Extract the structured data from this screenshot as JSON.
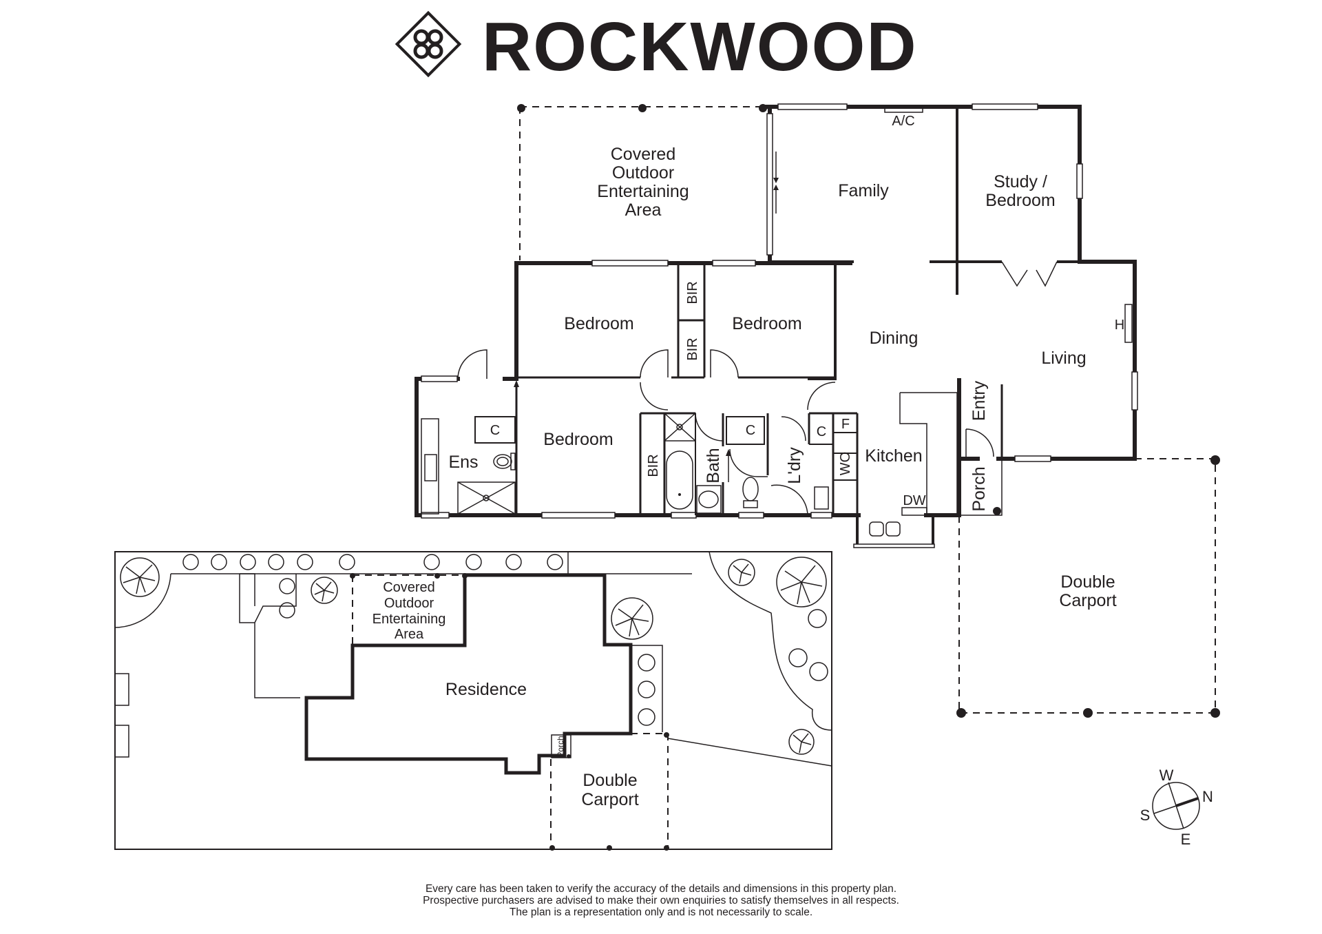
{
  "brand": {
    "name": "ROCKWOOD",
    "color": "#231f20"
  },
  "floor_plan": {
    "rooms": {
      "covered_outdoor": [
        "Covered",
        "Outdoor",
        "Entertaining",
        "Area"
      ],
      "family": "Family",
      "ac": "A/C",
      "study": [
        "Study /",
        "Bedroom"
      ],
      "bedroom_left": "Bedroom",
      "bedroom_right": "Bedroom",
      "bir_top": "BIR",
      "bir_bottom": "BIR",
      "dining": "Dining",
      "living": "Living",
      "heater": "H",
      "entry": "Entry",
      "porch": "Porch",
      "kitchen": "Kitchen",
      "dw": "DW",
      "wo": "WO",
      "fridge": "F",
      "laundry": "L'dry",
      "laundry_cupboard": "C",
      "bath": "Bath",
      "bath_cupboard": "C",
      "bir_main": "BIR",
      "bedroom_main": "Bedroom",
      "ensuite": "Ens",
      "ensuite_cupboard": "C",
      "carport": [
        "Double",
        "Carport"
      ]
    }
  },
  "site_plan": {
    "covered_outdoor": [
      "Covered",
      "Outdoor",
      "Entertaining",
      "Area"
    ],
    "residence": "Residence",
    "porch": "Porch",
    "carport": [
      "Double",
      "Carport"
    ]
  },
  "compass": {
    "north": "N",
    "south": "S",
    "east": "E",
    "west": "W"
  },
  "disclaimer": [
    "Every care has been taken to verify the accuracy of the details and dimensions in this property plan.",
    "Prospective purchasers are advised to make their own enquiries to satisfy themselves in all respects.",
    "The plan is a representation only and is not necessarily to scale."
  ]
}
